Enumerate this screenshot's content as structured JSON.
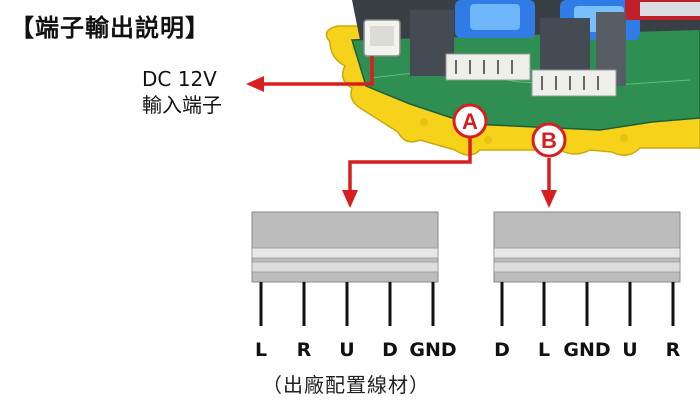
{
  "title": "【端子輸出説明】",
  "power": {
    "line1": "DC 12V",
    "line2": "輸入端子"
  },
  "connectors": [
    {
      "letter": "A",
      "pins": [
        "L",
        "R",
        "U",
        "D",
        "GND"
      ]
    },
    {
      "letter": "B",
      "pins": [
        "D",
        "L",
        "GND",
        "U",
        "R"
      ]
    }
  ],
  "caption": "（出廠配置線材）",
  "colors": {
    "accent_red": "#d81e1e",
    "board_yellow": "#f6d31a",
    "pcb_green": "#2f8f52",
    "connector_gray": "#bcbcbc"
  }
}
